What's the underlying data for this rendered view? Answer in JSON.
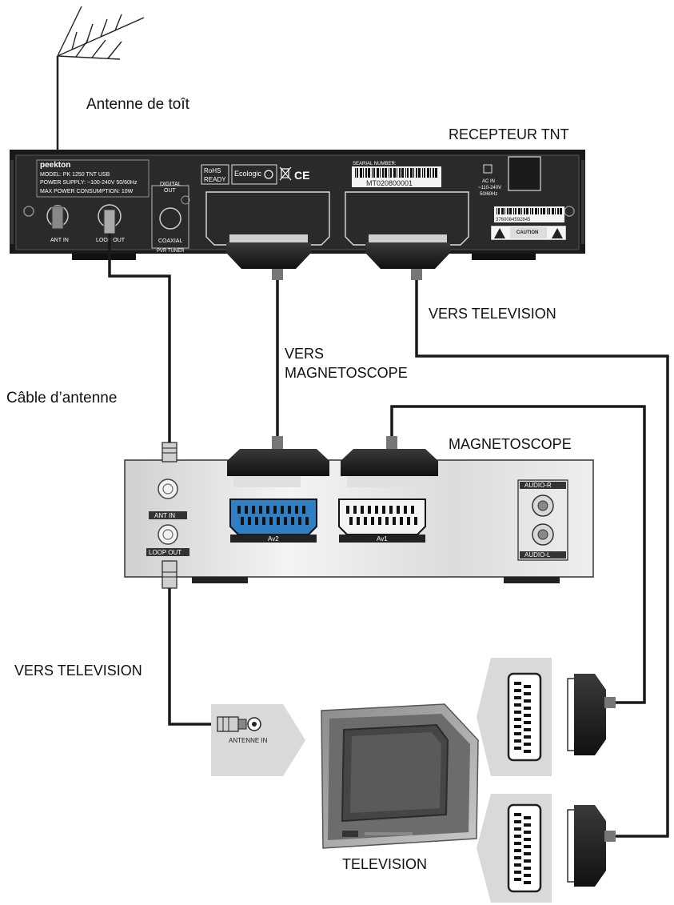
{
  "labels": {
    "antenna": "Antenne de toît",
    "receiver": "RECEPTEUR TNT",
    "to_tv_1": "VERS TELEVISION",
    "to_vcr_line1": "VERS",
    "to_vcr_line2": "MAGNETOSCOPE",
    "cable": "Câble d’antenne",
    "vcr": "MAGNETOSCOPE",
    "to_tv_2": "VERS TELEVISION",
    "television": "TELEVISION"
  },
  "receiver_panel": {
    "brand": "peekton",
    "model": "MODEL: PK 1250 TNT USB",
    "power": "POWER SUPPLY: ~100-240V 50/60Hz",
    "consumption": "MAX POWER CONSUMPTION: 10W",
    "rohs_1": "RoHS",
    "rohs_2": "READY",
    "ecologic": "Ecologic",
    "ce": "CE",
    "serial_label": "SEARIAL NUMBER:",
    "serial": "MT020800001",
    "digital_out_1": "DIGITAL",
    "digital_out_2": "OUT",
    "coaxial": "COAXIAL",
    "ant_in": "ANT IN",
    "loop_out": "LOOP OUT",
    "pvr": "PVR TUNER",
    "ac_in_1": "AC IN",
    "ac_in_2": "~110-240V",
    "ac_in_3": "50/60Hz",
    "barcode": "3760084592845",
    "caution": "CAUTION"
  },
  "vcr_panel": {
    "ant_in": "ANT IN",
    "loop_out": "LOOP OUT",
    "av2": "Av2",
    "av1": "Av1",
    "audio_r": "AUDIO-R",
    "audio_l": "AUDIO-L"
  },
  "tv_panel": {
    "antenne_in": "ANTENNE IN"
  },
  "colors": {
    "device_dark": "#1a1a1a",
    "device_silver": "#e6e6e6",
    "scart_blue": "#2f7fc4",
    "cable": "#1a1a1a",
    "callout": "#d9d9d9"
  }
}
